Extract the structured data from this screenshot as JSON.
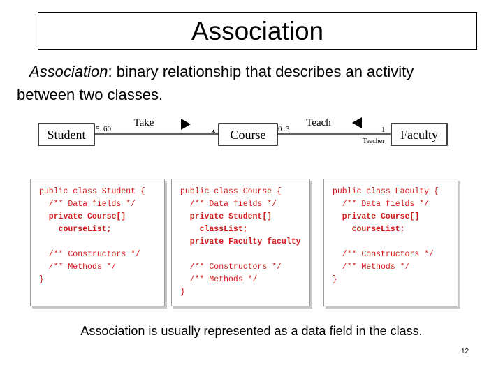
{
  "slide": {
    "title": "Association",
    "definition": {
      "term": "Association",
      "line1_rest": ": binary relationship that describes an activity",
      "line2": "between two classes."
    },
    "footer": "Association is usually represented as a data field in the class.",
    "page_number": "12"
  },
  "uml": {
    "classes": [
      "Student",
      "Course",
      "Faculty"
    ],
    "associations": [
      {
        "name": "Take",
        "left_multiplicity": "5..60",
        "right_multiplicity": "*"
      },
      {
        "name": "Teach",
        "left_multiplicity": "0..3",
        "right_multiplicity": "1",
        "role": "Teacher"
      }
    ]
  },
  "code": {
    "student": [
      {
        "text": "public class Student {",
        "bold": false
      },
      {
        "text": "  /** Data fields */",
        "bold": false
      },
      {
        "text": "  private Course[]",
        "bold": true
      },
      {
        "text": "    courseList;",
        "bold": true
      },
      {
        "text": "",
        "bold": false
      },
      {
        "text": "  /** Constructors */",
        "bold": false
      },
      {
        "text": "  /** Methods */",
        "bold": false
      },
      {
        "text": "}",
        "bold": false
      }
    ],
    "course": [
      {
        "text": "public class Course {",
        "bold": false
      },
      {
        "text": "  /** Data fields */",
        "bold": false
      },
      {
        "text": "  private Student[]",
        "bold": true
      },
      {
        "text": "    classList;",
        "bold": true
      },
      {
        "text": "  private Faculty faculty",
        "bold": true
      },
      {
        "text": "",
        "bold": false
      },
      {
        "text": "  /** Constructors */",
        "bold": false
      },
      {
        "text": "  /** Methods */",
        "bold": false
      },
      {
        "text": "}",
        "bold": false
      }
    ],
    "faculty": [
      {
        "text": "public class Faculty {",
        "bold": false
      },
      {
        "text": "  /** Data fields */",
        "bold": false
      },
      {
        "text": "  private Course[]",
        "bold": true
      },
      {
        "text": "    courseList;",
        "bold": true
      },
      {
        "text": "",
        "bold": false
      },
      {
        "text": "  /** Constructors */",
        "bold": false
      },
      {
        "text": "  /** Methods */",
        "bold": false
      },
      {
        "text": "}",
        "bold": false
      }
    ]
  },
  "colors": {
    "code_text": "#d11a1a"
  }
}
